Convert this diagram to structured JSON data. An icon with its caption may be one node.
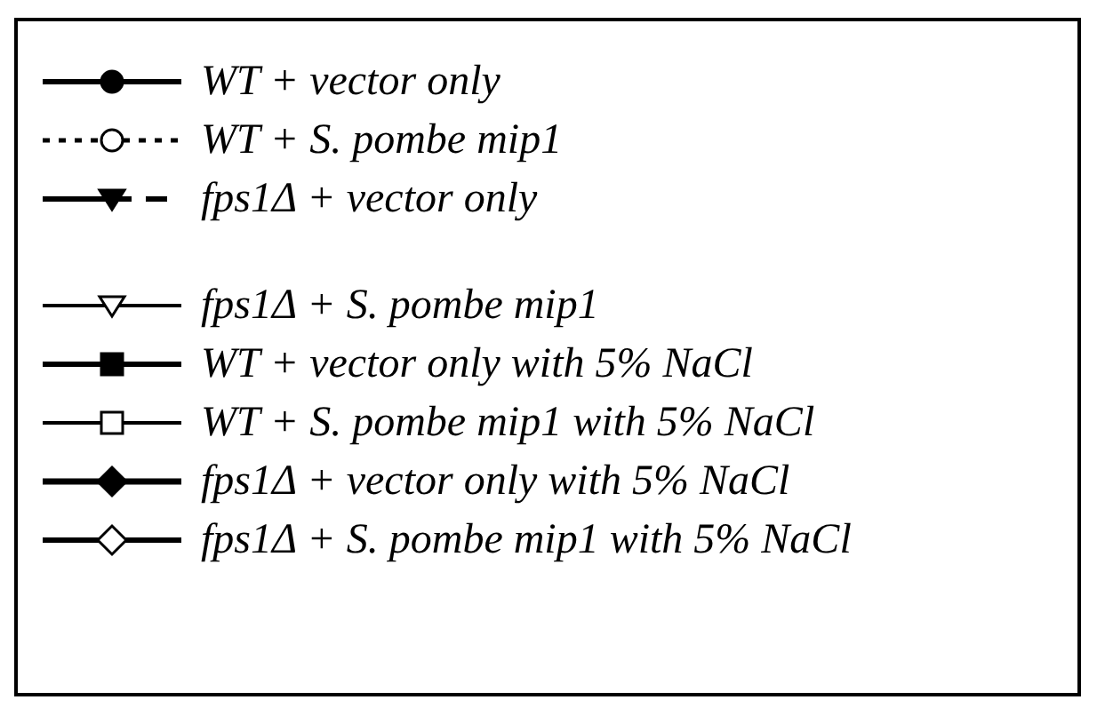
{
  "diagram": {
    "legend": [
      {
        "text": "WT + vector only"
      },
      {
        "text": "WT + S. pombe mip1"
      },
      {
        "text": "fps1Δ + vector only"
      },
      {
        "text": "fps1Δ + S. pombe mip1"
      },
      {
        "text": "WT + vector only with 5% NaCl"
      },
      {
        "text": "WT + S. pombe mip1 with 5% NaCl"
      },
      {
        "text": "fps1Δ + vector only with 5% NaCl"
      },
      {
        "text": "fps1Δ + S. pombe mip1 with 5% NaCl"
      }
    ]
  }
}
